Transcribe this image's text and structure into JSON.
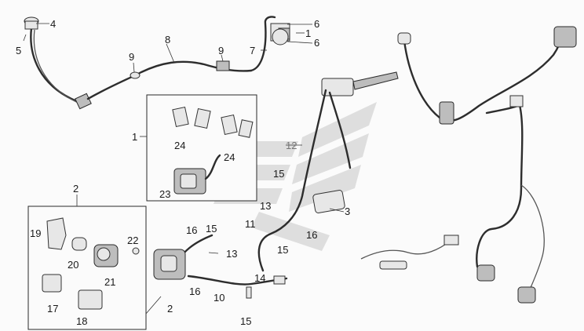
{
  "diagram": {
    "callouts": {
      "c1_box": "1",
      "c1_top": "1",
      "c2_box": "2",
      "c2_caliper": "2",
      "c3": "3",
      "c4": "4",
      "c5": "5",
      "c6_a": "6",
      "c6_b": "6",
      "c7": "7",
      "c8": "8",
      "c9_a": "9",
      "c9_b": "9",
      "c10": "10",
      "c11": "11",
      "c12": "12",
      "c13_a": "13",
      "c13_b": "13",
      "c14": "14",
      "c15_a": "15",
      "c15_b": "15",
      "c15_c": "15",
      "c15_d": "15",
      "c16_a": "16",
      "c16_b": "16",
      "c16_c": "16",
      "c17": "17",
      "c18": "18",
      "c19": "19",
      "c20": "20",
      "c21": "21",
      "c22": "22",
      "c23": "23",
      "c24_a": "24",
      "c24_b": "24"
    },
    "colors": {
      "line": "#2d2d2d",
      "part_fill": "#e7e7e7",
      "watermark": "#dcdcdc",
      "dim_label": "#777777"
    }
  }
}
